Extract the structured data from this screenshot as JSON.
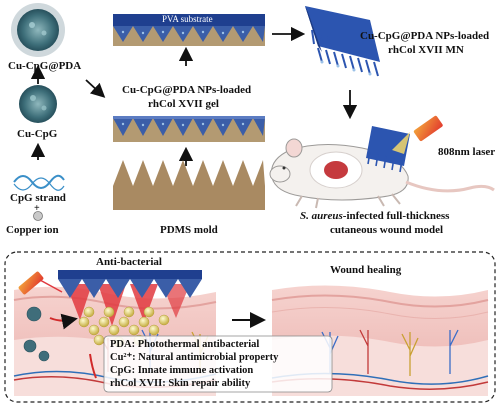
{
  "top": {
    "nanoparticle_label": "Cu-CpG@PDA",
    "cucpg_label": "Cu-CpG",
    "cpg_strand_label": "CpG strand",
    "plus_sign": "+",
    "copper_ion_label": "Copper ion",
    "pva_label": "PVA substrate",
    "gel_label_line1": "Cu-CpG@PDA NPs-loaded",
    "gel_label_line2": "rhCol XVII gel",
    "pdms_label": "PDMS mold",
    "mn_label_line1": "Cu-CpG@PDA NPs-loaded",
    "mn_label_line2": "rhCol XVII MN",
    "laser_label": "808nm laser",
    "wound_label_line1_italic": "S. aureus",
    "wound_label_line1_rest": "-infected full-thickness",
    "wound_label_line2": "cutaneous wound model"
  },
  "bottom": {
    "antibacterial_title": "Anti-bacterial",
    "wound_healing_title": "Wound healing",
    "legend": [
      "PDA: Photothermal antibacterial",
      "Cu²⁺: Natural antimicrobial property",
      "CpG: Innate immune activation",
      "rhCol XVII: Skin repair ability"
    ]
  },
  "colors": {
    "navy": "#1f3f8f",
    "mold_brown": "#a98a62",
    "skin_pink": "#f3c7c4",
    "laser_red": "#e0393f",
    "particle_gold": "#e8d879"
  }
}
